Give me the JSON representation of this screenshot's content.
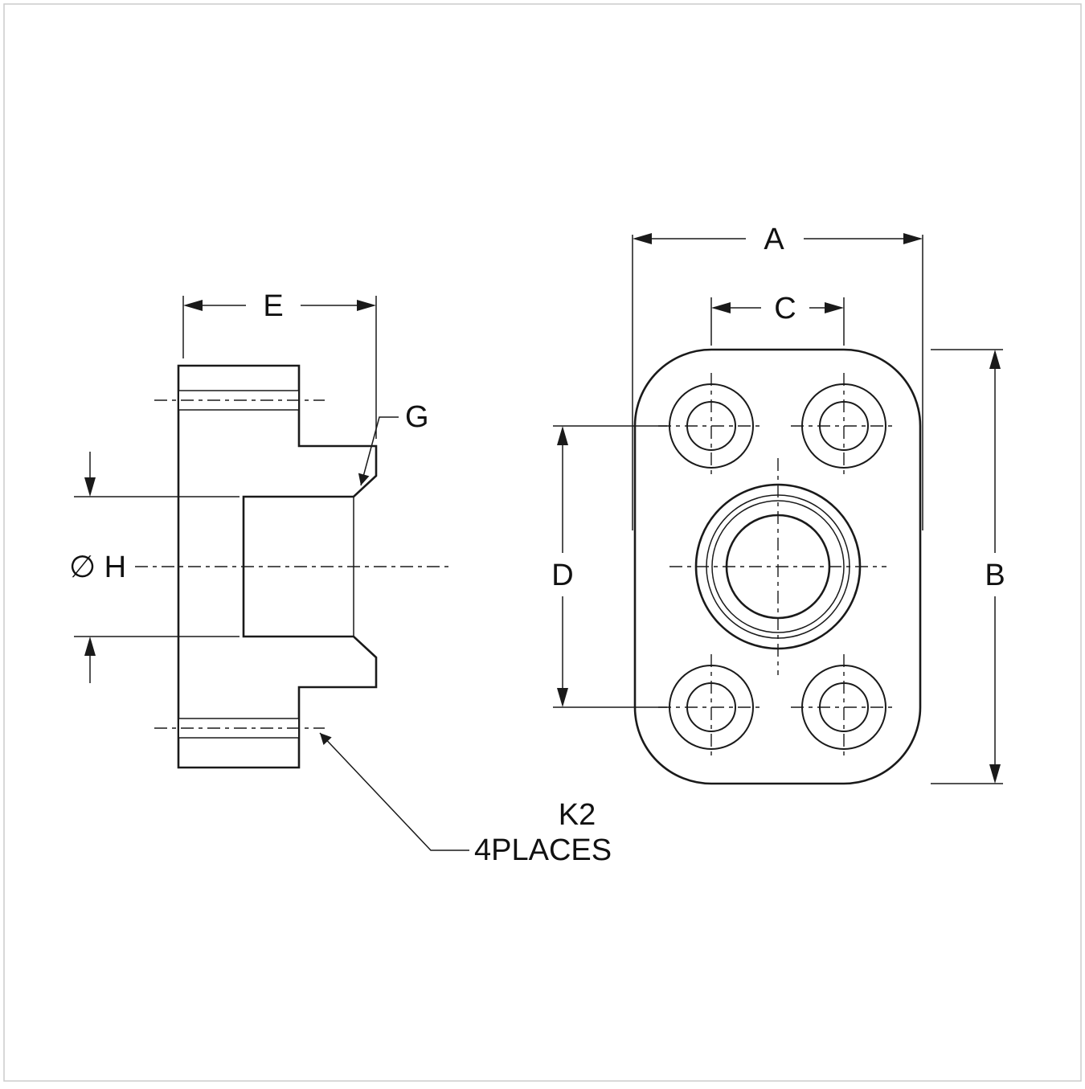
{
  "drawing": {
    "labels": {
      "dim_A": "A",
      "dim_B": "B",
      "dim_C": "C",
      "dim_D": "D",
      "dim_E": "E",
      "thread_G": "G",
      "bore_H": "∅ H",
      "thread_K": "K2",
      "places_note": "4PLACES"
    },
    "colors": {
      "line": "#1a1a1a",
      "background": "#ffffff",
      "frame": "#cccccc"
    }
  }
}
